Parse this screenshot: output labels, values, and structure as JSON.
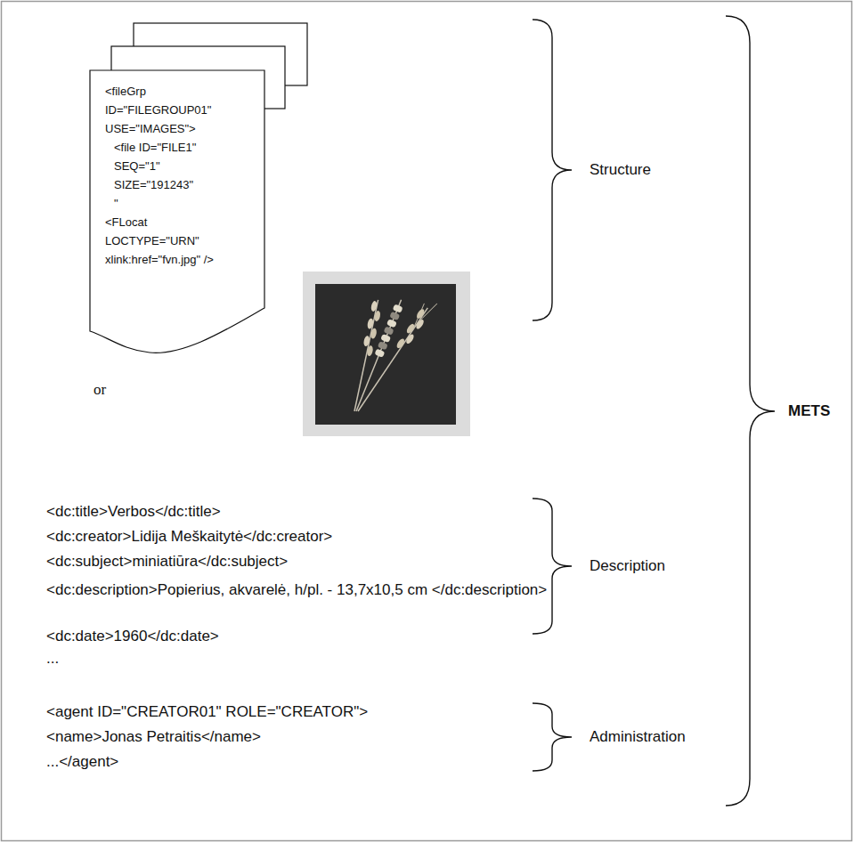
{
  "diagram": {
    "nodes": [
      {
        "text": [
          "<fileGrp ID=\"FILEGROUP01\" USE=\"IMAGES\">",
          "<file ID=\"FILE1\" SEQ=\"1\" SIZE=\"191243\"",
          "\"",
          "<FLocat LOCTYPE=\"URN\" xlink:href=\"fvn.jpg\" />"
        ]
      }
    ],
    "labels": [
      "or",
      "Structure",
      "<dc:title>Verbos</dc:title>",
      "<dc:creator>Lidija Meškaitytė</dc:creator>",
      "<dc:subject>miniatiūra</dc:subject>",
      "<dc:description>Popierius, akvarelė, h/pl. - 13,7x10,5 cm </dc:description>",
      "<dc:date>1960</dc:date>",
      "...",
      "Description",
      "<agent ID=\"CREATOR01\" ROLE=\"CREATOR\">",
      "<name>Jonas Petraitis</name>",
      "...</agent>",
      "Administration",
      "METS"
    ]
  }
}
